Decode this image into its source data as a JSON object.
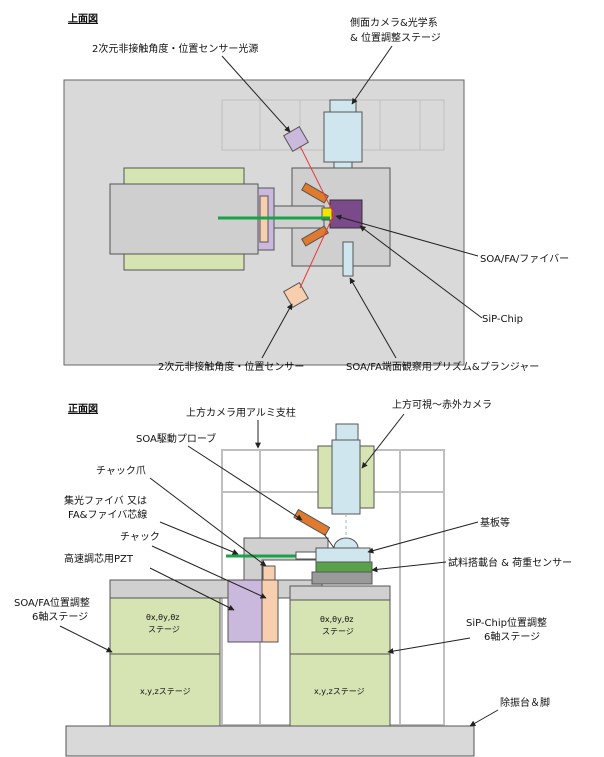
{
  "top_view": {
    "title": "上面図",
    "labels": {
      "light_source": "2次元非接触角度・位置センサー光源",
      "side_camera_line1": "側面カメラ&光学系",
      "side_camera_line2": "& 位置調整ステージ",
      "soa_fa_fiber": "SOA/FA/ファイバー",
      "sip_chip": "SiP-Chip",
      "sensor": "2次元非接触角度・位置センサー",
      "prism_plunger": "SOA/FA端面観察用プリズム&プランジャー"
    }
  },
  "front_view": {
    "title": "正面図",
    "labels": {
      "aluminum_post": "上方カメラ用アルミ支柱",
      "upper_camera": "上方可視～赤外カメラ",
      "soa_probe": "SOA駆動プローブ",
      "chuck_claw": "チャック爪",
      "fiber_line1": "集光ファイバ 又は",
      "fiber_line2": "FA&ファイバ芯線",
      "substrate": "基板等",
      "chuck": "チャック",
      "sample_stage": "試料搭載台 & 荷重センサー",
      "pzt": "高速調芯用PZT",
      "soa_stage_line1": "SOA/FA位置調整",
      "soa_stage_line2": "6軸ステージ",
      "sip_stage_line1": "SiP-Chip位置調整",
      "sip_stage_line2": "6軸ステージ",
      "theta_stage_left": "θx,θy,θz",
      "theta_stage_left_2": "ステージ",
      "xyz_stage_left": "x,y,zステージ",
      "theta_stage_right": "θx,θy,θz",
      "theta_stage_right_2": "ステージ",
      "xyz_stage_right": "x,y,zステージ",
      "isolation_table": "除振台＆脚"
    }
  },
  "colors": {
    "stage_green": "#d6e3b3",
    "camera_blue": "#cfe6ee",
    "grey": "#cfcfcf",
    "orange": "#e07a2e",
    "peach": "#f7cfae",
    "purple": "#7a4a8a",
    "lavender": "#cbb8dd",
    "fiber_green": "#1aa24a",
    "laser_red": "#e8393a"
  }
}
